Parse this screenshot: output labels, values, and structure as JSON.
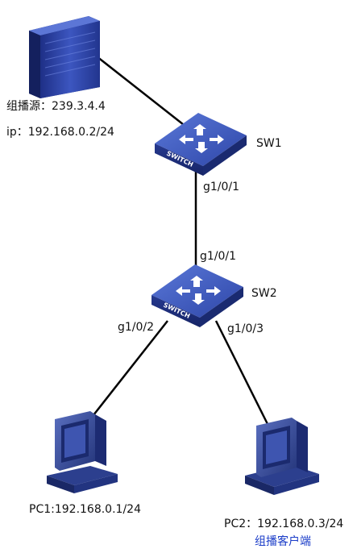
{
  "server": {
    "multicast_label": "组播源：239.3.4.4",
    "ip_label": "ip：192.168.0.2/24"
  },
  "sw1": {
    "name": "SW1",
    "switch_text": "SWITCH",
    "port_down": "g1/0/1"
  },
  "sw2": {
    "name": "SW2",
    "switch_text": "SWITCH",
    "port_up": "g1/0/1",
    "port_left": "g1/0/2",
    "port_right": "g1/0/3"
  },
  "pc1": {
    "label": "PC1:192.168.0.1/24"
  },
  "pc2": {
    "label": "PC2：192.168.0.3/24",
    "role": "组播客户端"
  },
  "colors": {
    "switch_top": "#3550b8",
    "switch_side": "#1e2f7a",
    "pc_body": "#3a4d9c",
    "server_body": "#2b3e98",
    "link": "#000000",
    "client_label": "#1a3cc8"
  }
}
